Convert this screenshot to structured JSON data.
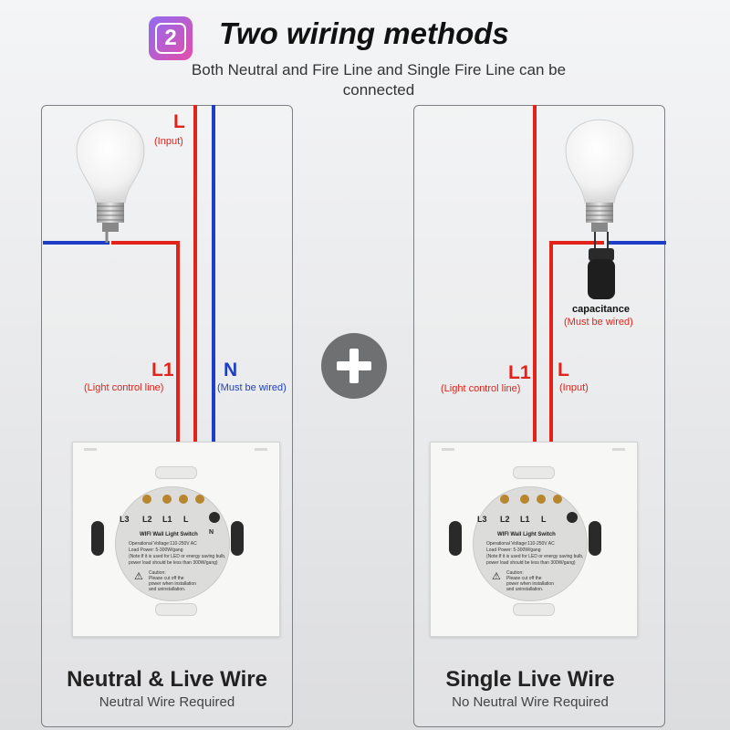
{
  "header": {
    "badge_number": "2",
    "title": "Two wiring methods",
    "subtitle": "Both Neutral and Fire Line and Single Fire Line can be connected"
  },
  "left_panel": {
    "label_L": "L",
    "label_L_note": "(Input)",
    "label_L1": "L1",
    "label_L1_note": "(Light control line)",
    "label_N": "N",
    "label_N_note": "(Must be wired)",
    "caption_title": "Neutral & Live Wire",
    "caption_sub": "Neutral Wire Required"
  },
  "right_panel": {
    "capacitance_label": "capacitance",
    "capacitance_note": "(Must be wired)",
    "label_L1": "L1",
    "label_L1_note": "(Light control line)",
    "label_L": "L",
    "label_L_note": "(Input)",
    "caption_title": "Single Live Wire",
    "caption_sub": "No Neutral Wire Required"
  },
  "switch_module": {
    "terminals": [
      "L3",
      "L2",
      "L1",
      "L"
    ],
    "n_label": "N",
    "name": "WIFI Wall Light Switch",
    "spec1": "Operational Voltage:110-250V AC",
    "spec2": "Load Power: 5-300W/gang",
    "spec3": "(Note:If it is used for LED or energy saving bulb,",
    "spec4": "power load should be less than 300W/gang)",
    "caution1": "Caution:",
    "caution2": "Please cut off the",
    "caution3": "power when installation",
    "caution4": "and uninstallation."
  },
  "colors": {
    "live_wire": "#e2231a",
    "neutral_wire": "#1d3fc8",
    "plus_circle": "#6f7072"
  }
}
